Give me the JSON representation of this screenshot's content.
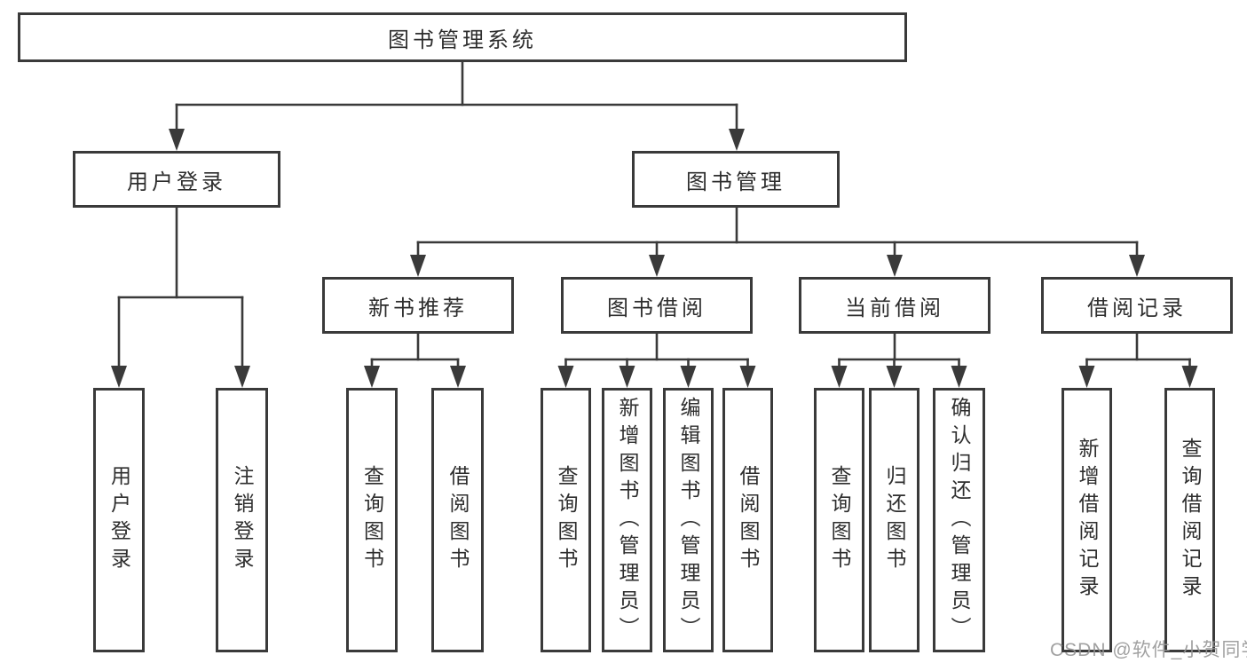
{
  "watermark": "CSDN @软件_小贺同学",
  "colors": {
    "line": "#3a3a3a",
    "text": "#2e2e2e",
    "background": "#ffffff",
    "watermark": "#949494"
  },
  "tree": {
    "root": {
      "label": "图书管理系统"
    },
    "user_login": {
      "label": "用户登录",
      "children": [
        {
          "label": "用户登录"
        },
        {
          "label": "注销登录"
        }
      ]
    },
    "book_management": {
      "label": "图书管理",
      "sections": [
        {
          "label": "新书推荐",
          "children": [
            {
              "label": "查询图书"
            },
            {
              "label": "借阅图书"
            }
          ]
        },
        {
          "label": "图书借阅",
          "children": [
            {
              "label": "查询图书"
            },
            {
              "label": "新增图书（管理员）"
            },
            {
              "label": "编辑图书（管理员）"
            },
            {
              "label": "借阅图书"
            }
          ]
        },
        {
          "label": "当前借阅",
          "children": [
            {
              "label": "查询图书"
            },
            {
              "label": "归还图书"
            },
            {
              "label": "确认归还（管理员）"
            }
          ]
        },
        {
          "label": "借阅记录",
          "children": [
            {
              "label": "新增借阅记录"
            },
            {
              "label": "查询借阅记录"
            }
          ]
        }
      ]
    }
  }
}
